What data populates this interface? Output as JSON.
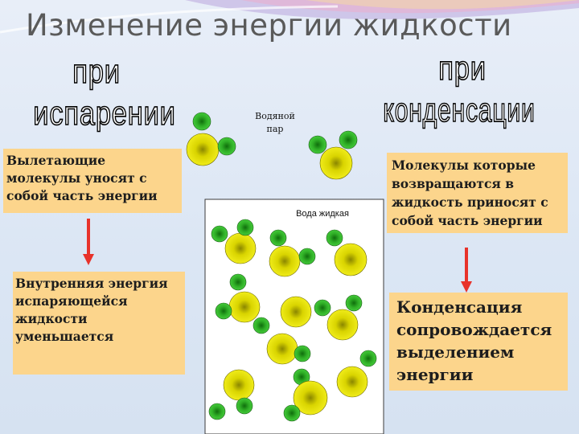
{
  "title": "Изменение энергии жидкости",
  "left_heading": {
    "line1": "при",
    "line2": "испарении"
  },
  "right_heading": {
    "line1": "при",
    "line2": "конденсации"
  },
  "boxes": {
    "evap_top": "Вылетающие молекулы уносят с собой часть энергии",
    "evap_bottom": "Внутренняя энергия испаряющейся жидкости уменьшается",
    "cond_top": "Молекулы которые возвращаются в жидкость приносят с собой часть энергии",
    "cond_bottom": "Конденсация сопровождается выделением энергии"
  },
  "diagram_labels": {
    "vapor": "Водяной пар",
    "water": "Вода жидкая"
  },
  "colors": {
    "box_fill": "#fcd58c",
    "arrow": "#e8322a",
    "large_molecule": "#e6e000",
    "small_molecule": "#2fbf2a",
    "title": "#5a5a5a"
  }
}
